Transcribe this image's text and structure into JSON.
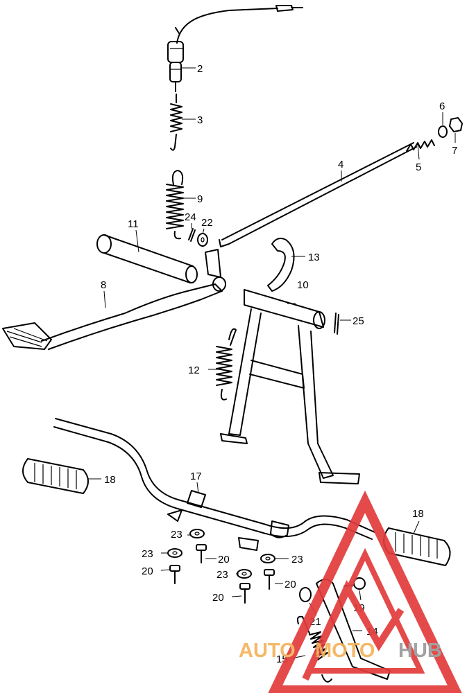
{
  "callouts": [
    {
      "id": "c2",
      "label": "2"
    },
    {
      "id": "c3",
      "label": "3"
    },
    {
      "id": "c4",
      "label": "4"
    },
    {
      "id": "c5",
      "label": "5"
    },
    {
      "id": "c6",
      "label": "6"
    },
    {
      "id": "c7",
      "label": "7"
    },
    {
      "id": "c8",
      "label": "8"
    },
    {
      "id": "c9",
      "label": "9"
    },
    {
      "id": "c10",
      "label": "10"
    },
    {
      "id": "c11",
      "label": "11"
    },
    {
      "id": "c12",
      "label": "12"
    },
    {
      "id": "c13",
      "label": "13"
    },
    {
      "id": "c14",
      "label": "14"
    },
    {
      "id": "c15",
      "label": "15"
    },
    {
      "id": "c17",
      "label": "17"
    },
    {
      "id": "c18a",
      "label": "18"
    },
    {
      "id": "c18b",
      "label": "18"
    },
    {
      "id": "c19",
      "label": "19"
    },
    {
      "id": "c20a",
      "label": "20"
    },
    {
      "id": "c20b",
      "label": "20"
    },
    {
      "id": "c20c",
      "label": "20"
    },
    {
      "id": "c20d",
      "label": "20"
    },
    {
      "id": "c21",
      "label": "21"
    },
    {
      "id": "c22",
      "label": "22"
    },
    {
      "id": "c23a",
      "label": "23"
    },
    {
      "id": "c23b",
      "label": "23"
    },
    {
      "id": "c23c",
      "label": "23"
    },
    {
      "id": "c23d",
      "label": "23"
    },
    {
      "id": "c24",
      "label": "24"
    },
    {
      "id": "c25",
      "label": "25"
    }
  ],
  "watermark": {
    "text_a": "AUTO",
    "text_b": "MOTO",
    "text_c": "HUB",
    "color_orange": "#f5b25a",
    "color_gray": "#9a9a9a",
    "color_red": "#e23b3b"
  }
}
